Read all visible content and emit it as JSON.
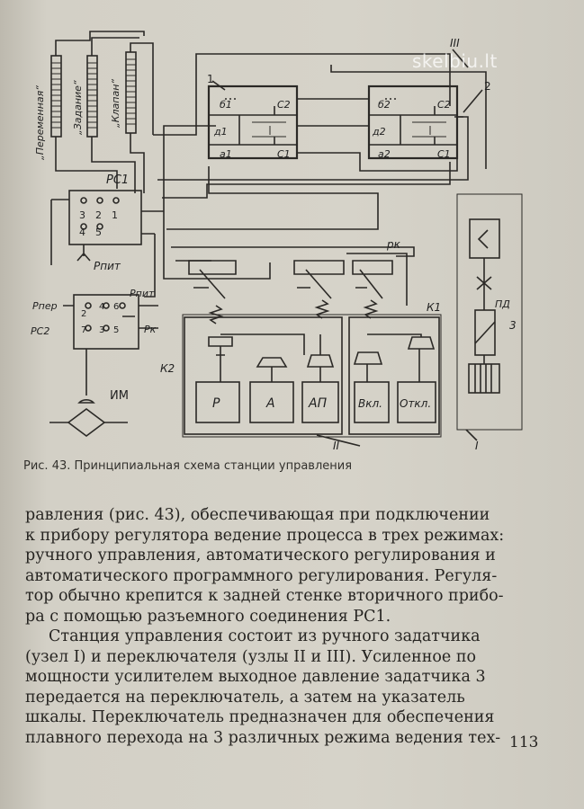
{
  "watermark": "skelbiu.lt",
  "diagram": {
    "vertical_labels": [
      "„Переменная“",
      "„Задание“",
      "„Клапан“"
    ],
    "rc1_label": "РС1",
    "rc1_terminals": [
      "3",
      "2",
      "1",
      "4",
      "5"
    ],
    "p_pit_label_1": "Рпит",
    "p_per_label": "Рпер",
    "p_pit_label_2": "Рпит",
    "rc2_label": "РС2",
    "rc2_terminals": [
      "2",
      "4",
      "6",
      "7",
      "3",
      "5"
    ],
    "pk_label_left": "Рк",
    "im_label": "ИМ",
    "node_1_label": "1",
    "node_2_label": "2",
    "node_3_label": "3",
    "relay1": {
      "b": "б1",
      "c2": "С2",
      "d": "д1",
      "a": "а1",
      "c1": "С1"
    },
    "relay2": {
      "b": "б2",
      "c2": "С2",
      "d": "д2",
      "a": "а2",
      "c1": "С1"
    },
    "pk_label_top": "рк",
    "k1_label": "К1",
    "k2_label": "К2",
    "buttons": [
      "Р",
      "А",
      "АП",
      "Вкл.",
      "Откл."
    ],
    "pd_label": "ПД",
    "unit_III": "III",
    "unit_II": "II",
    "unit_I": "I"
  },
  "caption": "Рис. 43. Принципиальная схема станции управления",
  "text": {
    "lines_p1": [
      "равления (рис. 43), обеспечивающая при подключении",
      "к прибору регулятора ведение процесса в трех режимах:",
      "ручного управления, автоматического регулирования и",
      "автоматического программного регулирования. Регуля-",
      "тор обычно крепится к задней стенке вторичного прибо-",
      "ра с помощью разъемного соединения РС1."
    ],
    "lines_p2": [
      "Станция управления состоит из ручного задатчика",
      "(узел I) и переключателя (узлы II и III). Усиленное по",
      "мощности усилителем выходное давление задатчика 3",
      "передается на переключатель, а затем на указатель",
      "шкалы. Переключатель предназначен для обеспечения",
      "плавного перехода на 3 различных режима ведения тех-"
    ]
  },
  "page_number": "113"
}
